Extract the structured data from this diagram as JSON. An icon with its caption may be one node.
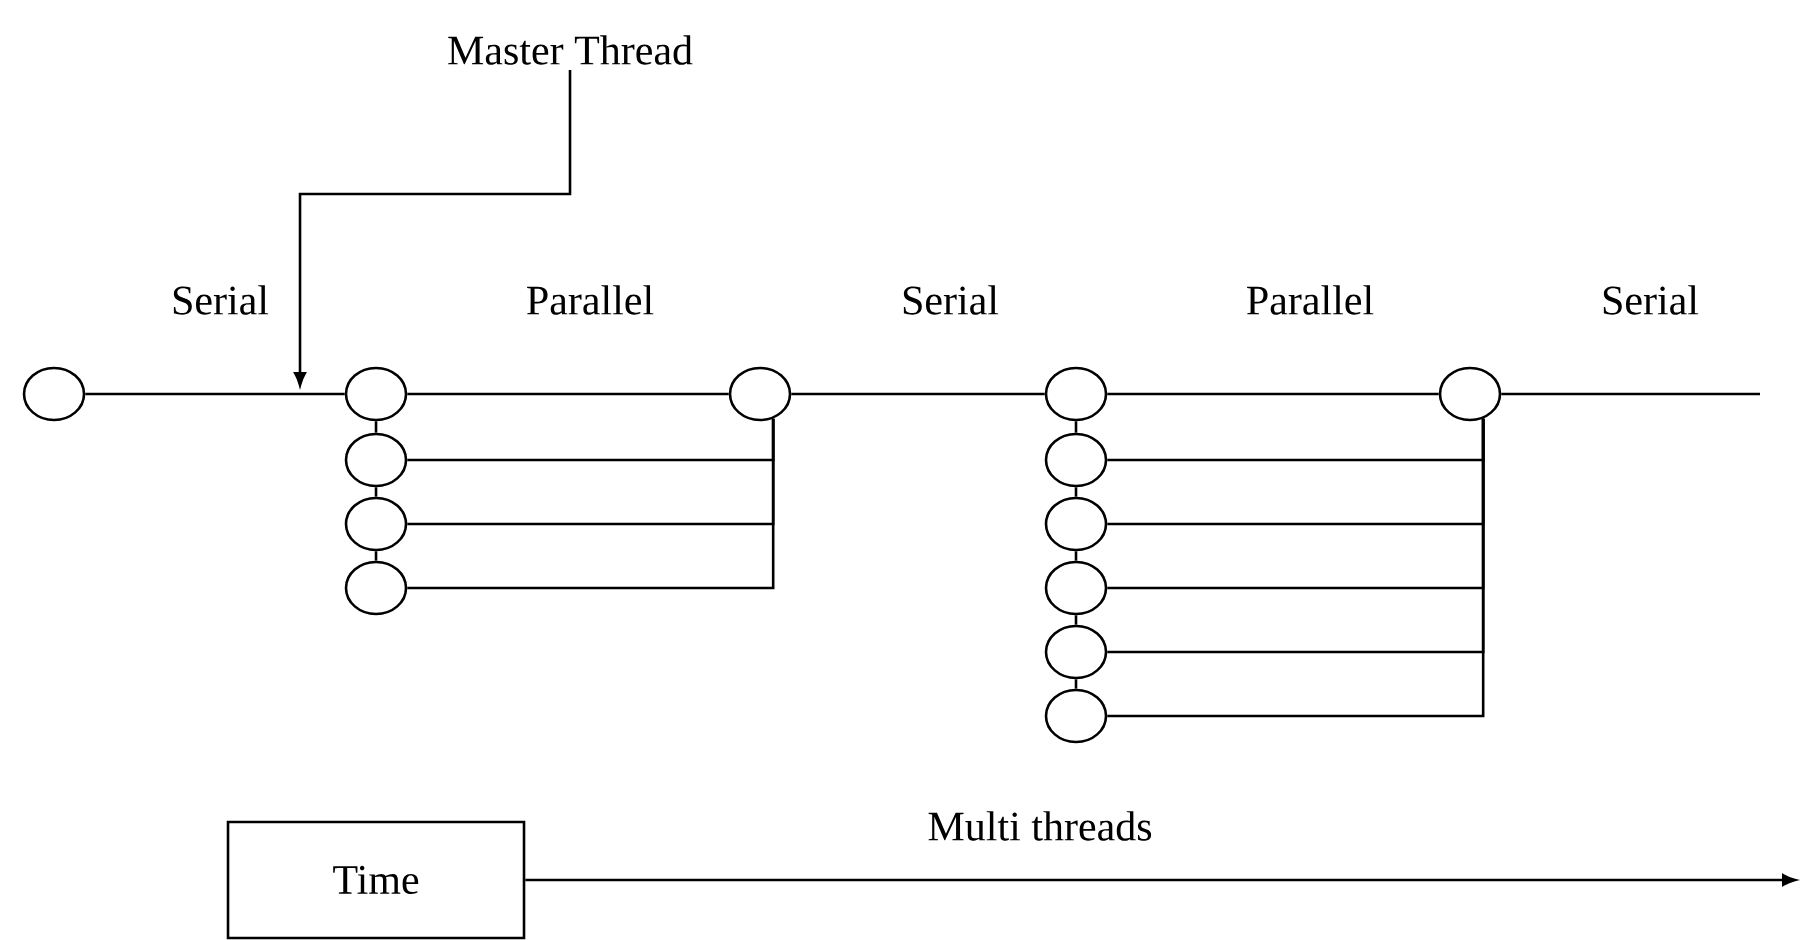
{
  "diagram": {
    "nodes": [
      {
        "text": [
          "Master Thread"
        ]
      },
      {
        "text": [],
        "shape": "circle"
      },
      {
        "text": [],
        "shape": "circle"
      },
      {
        "text": [],
        "shape": "circle"
      },
      {
        "text": [],
        "shape": "circle"
      },
      {
        "text": [],
        "shape": "circle"
      },
      {
        "text": [],
        "shape": "circle"
      },
      {
        "text": [],
        "shape": "circle"
      },
      {
        "text": [],
        "shape": "circle"
      },
      {
        "text": [],
        "shape": "circle"
      },
      {
        "text": [],
        "shape": "circle"
      },
      {
        "text": [],
        "shape": "circle"
      },
      {
        "text": [],
        "shape": "circle"
      },
      {
        "text": [],
        "shape": "circle"
      },
      {
        "text": [
          "Time"
        ]
      }
    ],
    "edges": [
      {
        "from": 0,
        "to": null,
        "arrow": "to"
      },
      {
        "from": 1,
        "to": 2,
        "arrow": "none"
      },
      {
        "from": 2,
        "to": 6,
        "arrow": "none"
      },
      {
        "from": 3,
        "to": 6,
        "arrow": "none"
      },
      {
        "from": 4,
        "to": 6,
        "arrow": "none"
      },
      {
        "from": 5,
        "to": 6,
        "arrow": "none"
      },
      {
        "from": 2,
        "to": 3,
        "arrow": "none"
      },
      {
        "from": 3,
        "to": 4,
        "arrow": "none"
      },
      {
        "from": 4,
        "to": 5,
        "arrow": "none"
      },
      {
        "from": 6,
        "to": 7,
        "arrow": "none"
      },
      {
        "from": 7,
        "to": 13,
        "arrow": "none"
      },
      {
        "from": 8,
        "to": 13,
        "arrow": "none"
      },
      {
        "from": 9,
        "to": 13,
        "arrow": "none"
      },
      {
        "from": 10,
        "to": 13,
        "arrow": "none"
      },
      {
        "from": 11,
        "to": 13,
        "arrow": "none"
      },
      {
        "from": 12,
        "to": 13,
        "arrow": "none"
      },
      {
        "from": 7,
        "to": 8,
        "arrow": "none"
      },
      {
        "from": 8,
        "to": 9,
        "arrow": "none"
      },
      {
        "from": 9,
        "to": 10,
        "arrow": "none"
      },
      {
        "from": 10,
        "to": 11,
        "arrow": "none"
      },
      {
        "from": 11,
        "to": 12,
        "arrow": "none"
      },
      {
        "from": 13,
        "to": null,
        "arrow": "none"
      },
      {
        "from": 14,
        "to": null,
        "arrow": "to",
        "label": "Multi threads"
      }
    ],
    "labels": [
      "Serial",
      "Parallel",
      "Serial",
      "Parallel",
      "Serial"
    ]
  }
}
